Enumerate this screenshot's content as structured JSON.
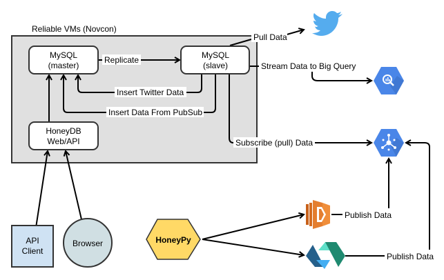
{
  "diagram": {
    "container": {
      "label": "Reliable VMs (Novcon)",
      "fill": "#e0e0e0"
    },
    "nodes": {
      "mysql_master": {
        "line1": "MySQL",
        "line2": "(master)"
      },
      "mysql_slave": {
        "line1": "MySQL",
        "line2": "(slave)"
      },
      "honeydb": {
        "line1": "HoneyDB",
        "line2": "Web/API"
      },
      "api_client": {
        "line1": "API",
        "line2": "Client",
        "fill": "#cfe2f3"
      },
      "browser": {
        "label": "Browser",
        "fill": "#d0dfe3"
      },
      "honeypy": {
        "label": "HoneyPy",
        "fill": "#ffd966"
      },
      "twitter": {
        "icon": "twitter-bird-icon",
        "color": "#55acee"
      },
      "bigquery": {
        "icon": "bigquery-icon",
        "color": "#4a86e8"
      },
      "pubsub": {
        "icon": "pubsub-icon",
        "color": "#4a86e8"
      },
      "aws_lambda": {
        "icon": "aws-lambda-icon",
        "color": "#e47e2f"
      },
      "openwhisk": {
        "icon": "openwhisk-icon"
      }
    },
    "edges": {
      "replicate": "Replicate",
      "insert_twitter": "Insert Twitter Data",
      "insert_pubsub": "Insert Data From PubSub",
      "pull_data": "Pull Data",
      "stream_bq": "Stream Data to Big Query",
      "subscribe": "Subscribe (pull) Data",
      "publish_lambda": "Publish Data",
      "publish_openwhisk": "Publish Data"
    }
  }
}
